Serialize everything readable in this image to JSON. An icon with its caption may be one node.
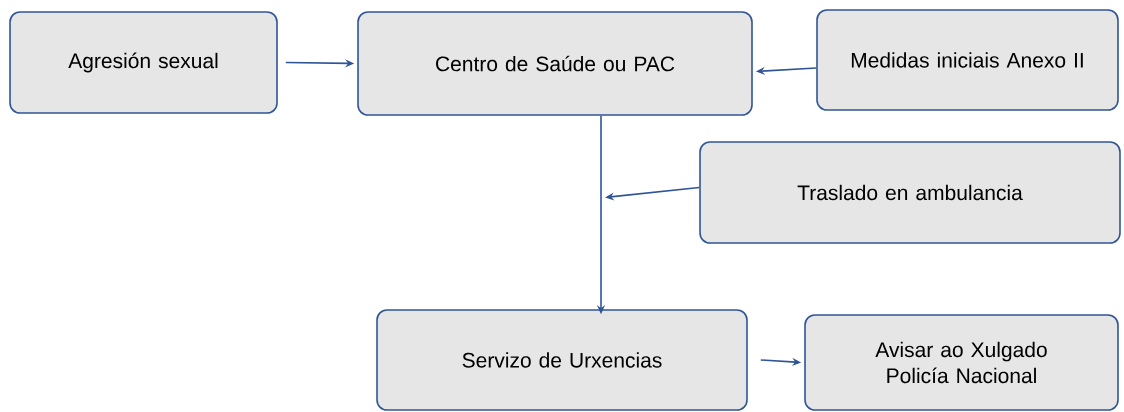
{
  "diagram": {
    "nodes": [
      {
        "text": [
          "Agresión sexual"
        ]
      },
      {
        "text": [
          "Centro de Saúde ou PAC"
        ]
      },
      {
        "text": [
          "Medidas iniciais Anexo II"
        ]
      },
      {
        "text": [
          "Traslado en ambulancia"
        ]
      },
      {
        "text": [
          "Servizo de Urxencias"
        ]
      },
      {
        "text": [
          "Avisar ao Xulgado Policía Nacional"
        ]
      }
    ],
    "edges": [
      {
        "from": 0,
        "to": 1,
        "arrow": "to"
      },
      {
        "from": 2,
        "to": 1,
        "arrow": "to"
      },
      {
        "from": 3,
        "to": null,
        "arrow": "to"
      },
      {
        "from": 1,
        "to": 4,
        "arrow": "to"
      },
      {
        "from": 4,
        "to": 5,
        "arrow": "to"
      }
    ]
  }
}
